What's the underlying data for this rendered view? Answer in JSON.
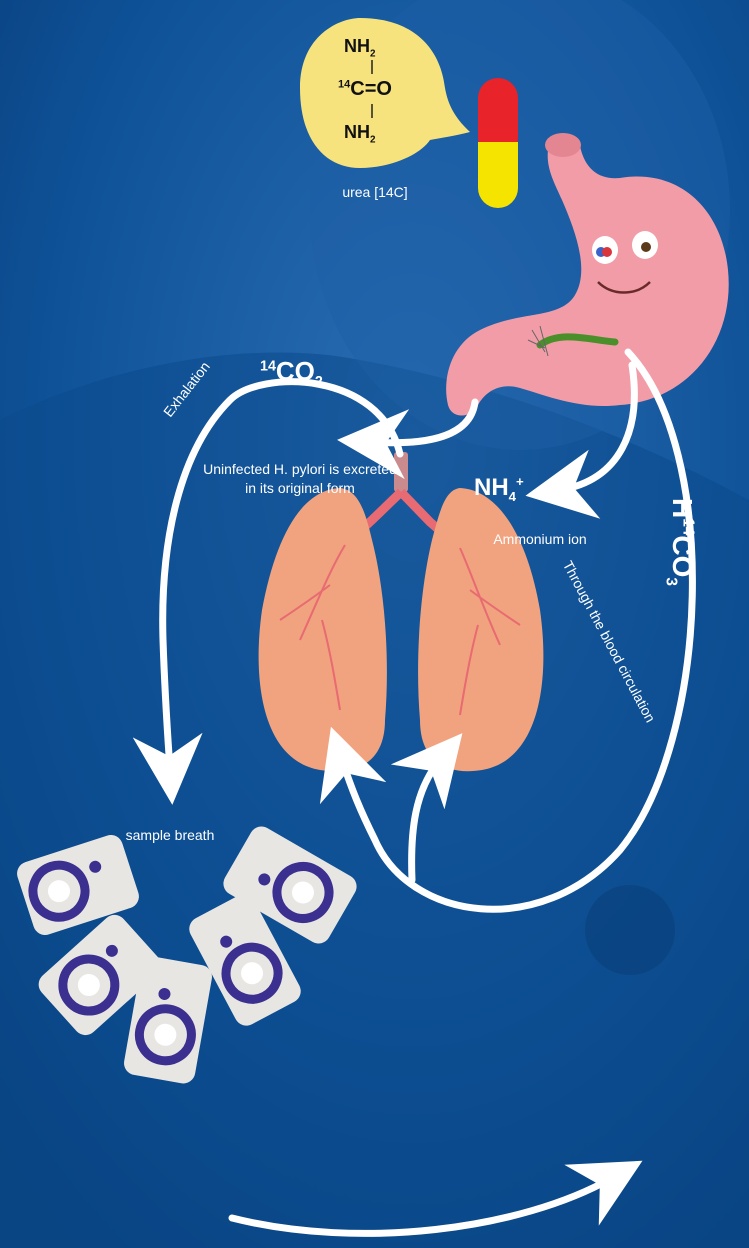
{
  "urea": {
    "line1": "NH",
    "line1_sub": "2",
    "line2_sup": "14",
    "line2": "C=O",
    "line3": "NH",
    "line3_sub": "2",
    "caption": "urea [14C]"
  },
  "captions": {
    "uninfected_line1": "Uninfected H. pylori is excreted",
    "uninfected_line2": "in its original form",
    "ammonium_formula": "NH",
    "ammonium_sub": "4",
    "ammonium_sup": "+",
    "ammonium_label": "Ammonium ion",
    "co2_sup": "14",
    "co2_formula": "CO",
    "co2_sub": "2",
    "exhalation": "Exhalation",
    "bicarb_H": "H",
    "bicarb_sup": "14",
    "bicarb_formula": "CO",
    "bicarb_sub": "3",
    "circulation": "Through the blood circulation",
    "sample_breath": "sample breath"
  },
  "colors": {
    "background": "#0d4f95",
    "bubble": "#f7e37d",
    "capsule_top": "#e8232a",
    "capsule_bottom": "#f5e400",
    "stomach": "#f29ca8",
    "lungs": "#f0a37e",
    "trachea": "#c98b8e",
    "arrow": "#ffffff",
    "ring": "#3b2f8f"
  }
}
